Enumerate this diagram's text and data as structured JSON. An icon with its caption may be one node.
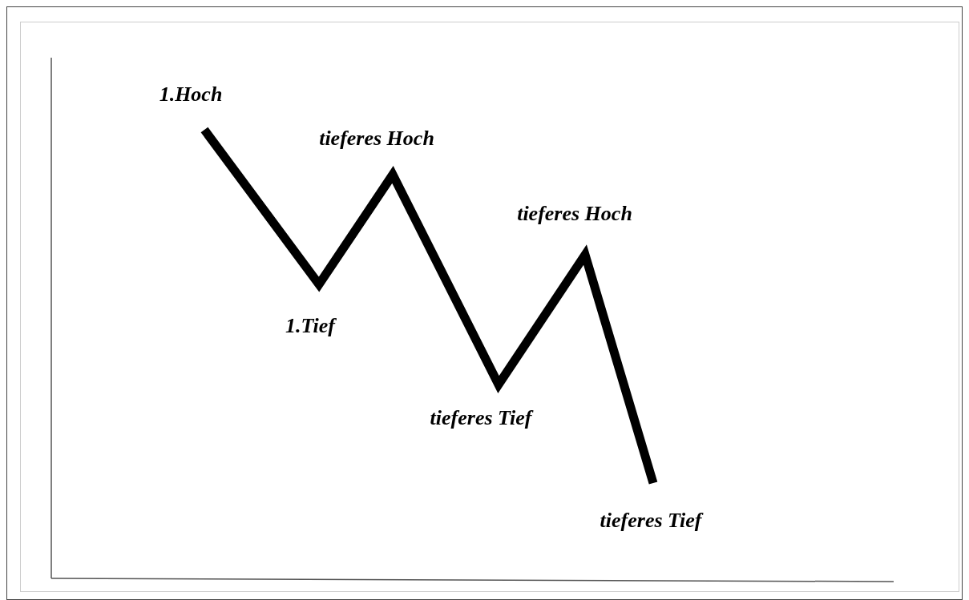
{
  "diagram": {
    "labels": [
      "1.Hoch",
      "tieferes Hoch",
      "tieferes Hoch",
      "1.Tief",
      "tieferes Tief",
      "tieferes Tief"
    ]
  }
}
